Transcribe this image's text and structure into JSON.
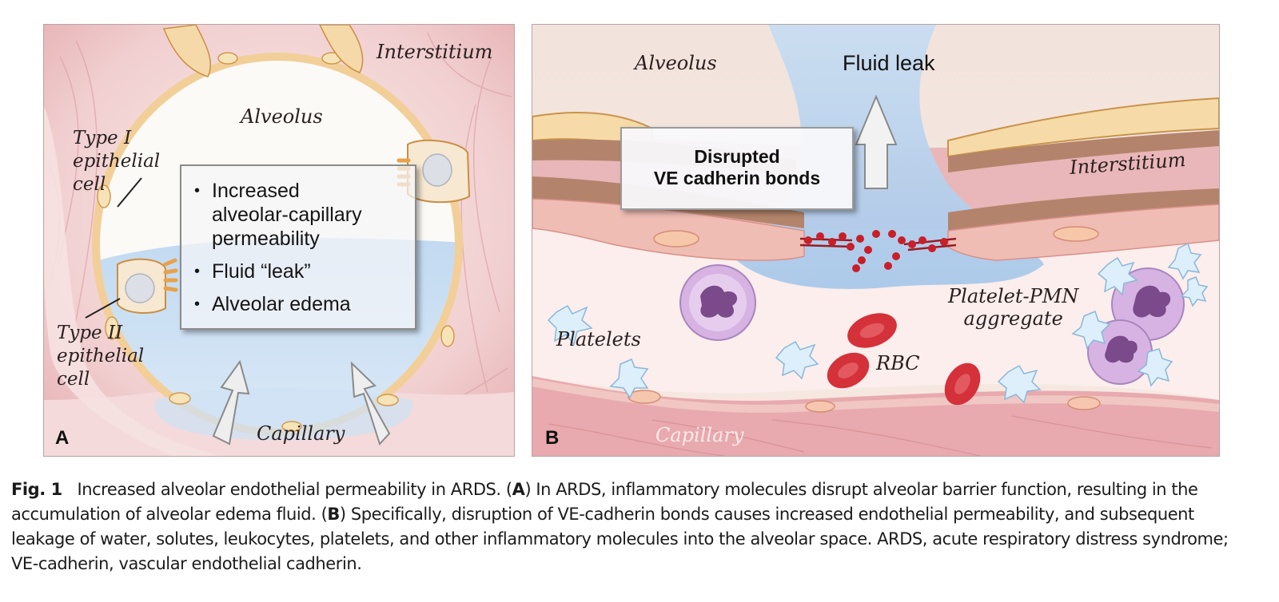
{
  "panel_a": {
    "label": "A",
    "interstitium": "Interstitium",
    "alveolus": "Alveolus",
    "type1": [
      "Type I",
      "epithelial",
      "cell"
    ],
    "type2": [
      "Type II",
      "epithelial",
      "cell"
    ],
    "capillary": "Capillary",
    "bullets": [
      "Increased",
      "alveolar-capillary",
      "permeability",
      "Fluid “leak”",
      "Alveolar edema"
    ]
  },
  "panel_b": {
    "label": "B",
    "alveolus": "Alveolus",
    "fluid_leak": "Fluid leak",
    "callout": [
      "Disrupted",
      "VE cadherin bonds"
    ],
    "interstitium": "Interstitium",
    "platelets": "Platelets",
    "rbc": "RBC",
    "aggregate": [
      "Platelet-PMN",
      "aggregate"
    ],
    "capillary": "Capillary"
  },
  "caption": {
    "fig_label": "Fig. 1",
    "t1": "Increased alveolar endothelial permeability in ARDS. (",
    "a": "A",
    "t2": ") In ARDS, inflammatory molecules disrupt alveolar barrier function, resulting in the accumulation of alveolar edema fluid. (",
    "b": "B",
    "t3": ") Specifically, disruption of VE-cadherin bonds causes increased endothelial permeability, and subsequent leakage of water, solutes, leukocytes, platelets, and other inflammatory molecules into the alveolar space. ARDS, acute respiratory distress syndrome; VE-cadherin, vascular endothelial cadherin."
  }
}
